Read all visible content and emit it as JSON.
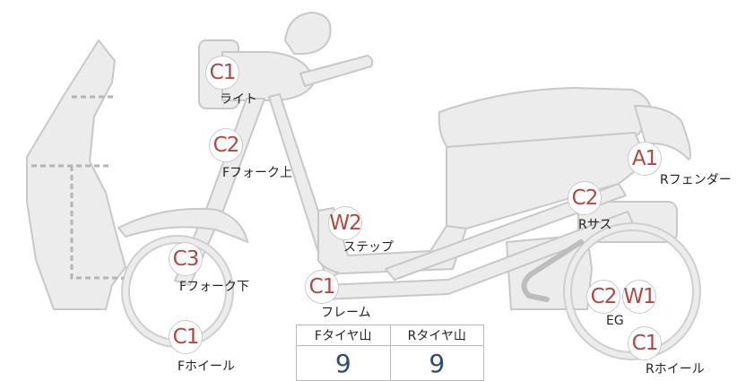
{
  "parts": {
    "light": {
      "grade": "C1",
      "label": "ライト"
    },
    "ffork_upper": {
      "grade": "C2",
      "label": "Fフォーク上"
    },
    "ffork_lower": {
      "grade": "C3",
      "label": "Fフォーク下"
    },
    "fwheel": {
      "grade": "C1",
      "label": "Fホイール"
    },
    "step": {
      "grade": "W2",
      "label": "ステップ"
    },
    "frame": {
      "grade": "C1",
      "label": "フレーム"
    },
    "rfender": {
      "grade": "A1",
      "label": "Rフェンダー"
    },
    "rsus": {
      "grade": "C2",
      "label": "Rサス"
    },
    "engine": {
      "grade1": "C2",
      "grade2": "W1",
      "label": "EG"
    },
    "rwheel": {
      "grade": "C1",
      "label": "Rホイール"
    }
  },
  "tread_table": {
    "front_header": "Fタイヤ山",
    "rear_header": "Rタイヤ山",
    "front_value": "9",
    "rear_value": "9"
  },
  "colors": {
    "body_fill": "#ececec",
    "body_stroke": "#c8c8c8",
    "grade_text": "#b4473f",
    "value_text": "#2f4a7a"
  }
}
